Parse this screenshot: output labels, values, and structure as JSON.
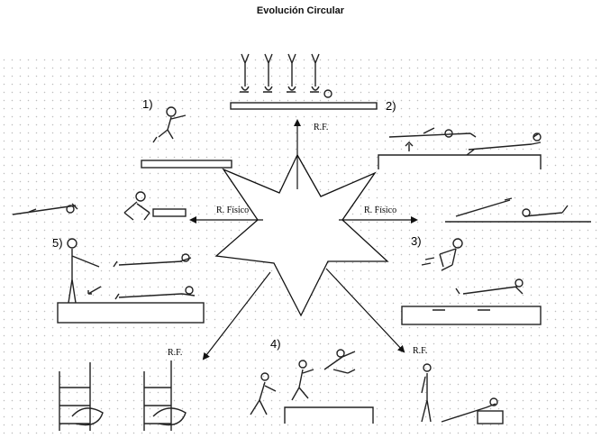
{
  "title": "Evolución Circular",
  "stations": [
    {
      "number": "1)"
    },
    {
      "number": "2)"
    },
    {
      "number": "3)"
    },
    {
      "number": "4)"
    },
    {
      "number": "5)"
    }
  ],
  "arrows": {
    "top": "R.F.",
    "left": "R. Físico",
    "right": "R. Físico",
    "bottom_left": "R.F.",
    "bottom_right": "R.F."
  }
}
